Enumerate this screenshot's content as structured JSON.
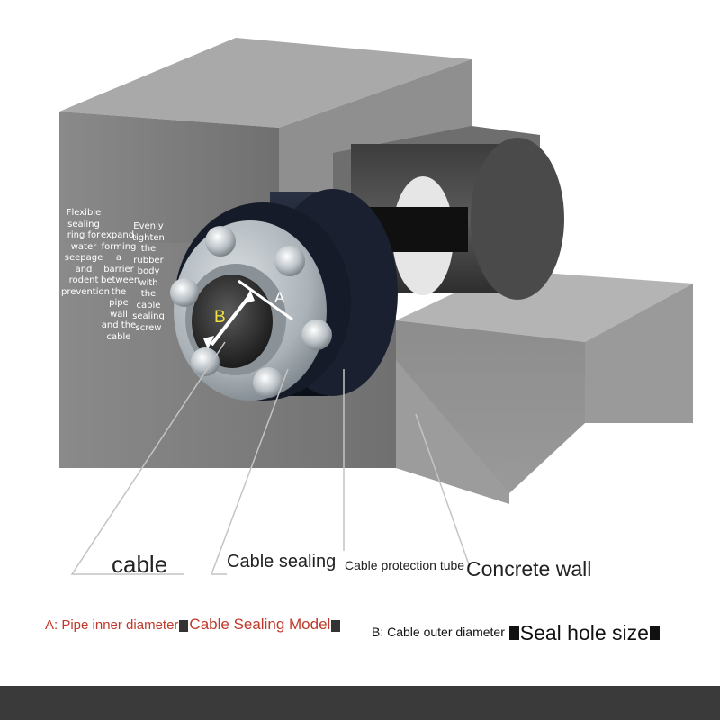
{
  "notes": {
    "flexible_ring": "Flexible sealing ring for water seepage and rodent prevention",
    "expand": "expand, forming a barrier between the pipe wall and the cable",
    "tighten": "Evenly tighten the rubber body with the cable sealing screw"
  },
  "dimensions": {
    "a": "A",
    "b": "B"
  },
  "labels": {
    "cable": "cable",
    "cable_sealing": "Cable sealing",
    "cable_protection_tube": "Cable protection tube",
    "concrete_wall": "Concrete wall"
  },
  "legend": {
    "a_text": "A: Pipe inner diameter",
    "a_strong": "Cable Sealing Model",
    "b_text": "B: Cable outer diameter ",
    "b_strong": "Seal hole size"
  },
  "colors": {
    "wall_front": "#7e7e7e",
    "wall_light": "#a6a6a6",
    "rubber": "#141a28",
    "ring": "#b9c1c6",
    "accent_red": "#c0392b",
    "marker_yellow": "#f0e040"
  }
}
